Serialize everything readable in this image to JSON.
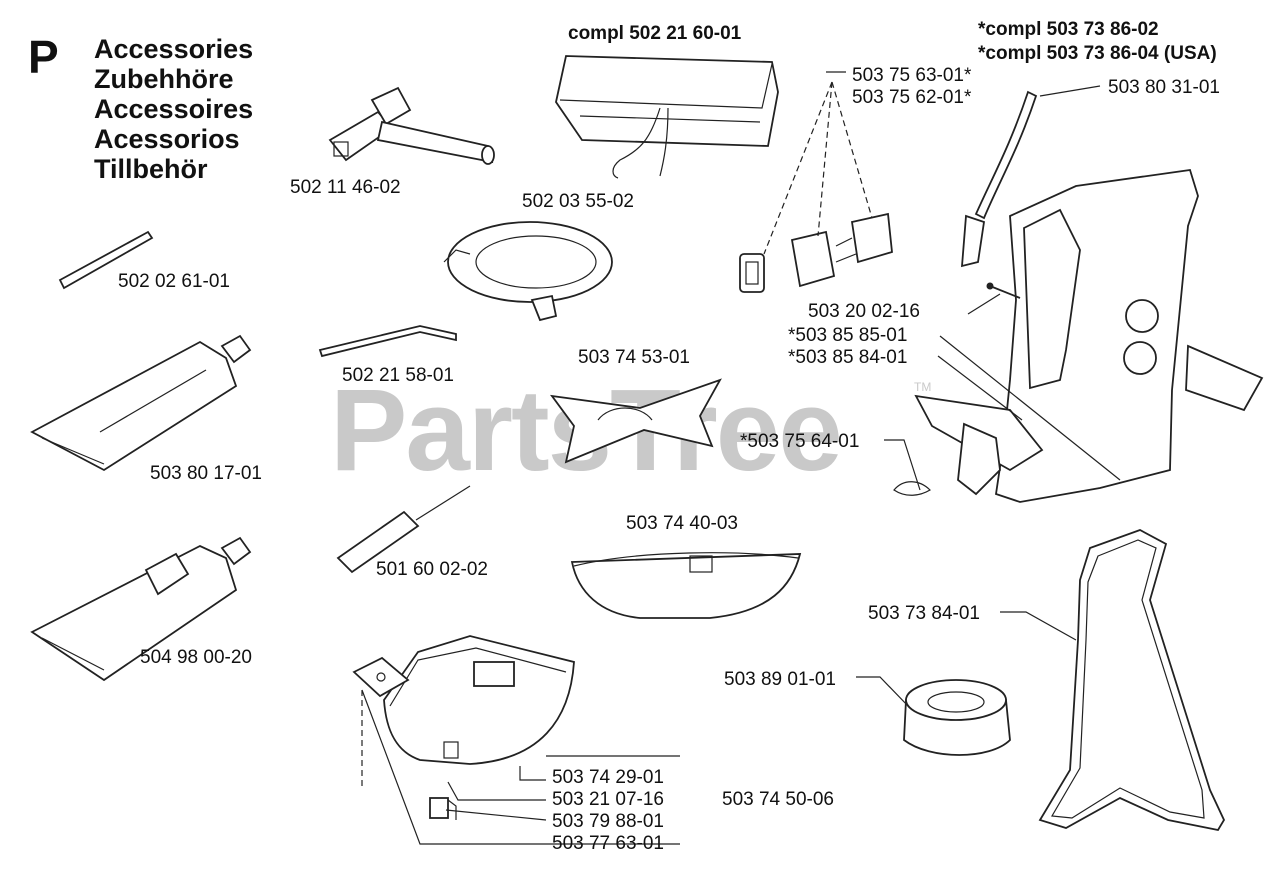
{
  "section_letter": "P",
  "titles": [
    "Accessories",
    "Zubehhöre",
    "Accessoires",
    "Acessorios",
    "Tillbehör"
  ],
  "watermark": "PartsTree",
  "watermark_mark": "TM",
  "callouts": {
    "harness_kit_1": "*compl 503 73 86-02",
    "harness_kit_2": "*compl 503 73 86-04 (USA)",
    "bag_kit": "compl 502 21 60-01",
    "buckle_1": "503 75 63-01*",
    "buckle_2": "503 75 62-01*",
    "strap": "503 80 31-01",
    "wrench": "502 11 46-02",
    "spool_cover": "502 03 55-02",
    "pin": "502 02 61-01",
    "screw": "503 20 02-16",
    "pad_1": "*503 85 85-01",
    "pad_2": "*503 85 84-01",
    "hex_key": "502 21 58-01",
    "blade": "503 74 53-01",
    "grease_tube": "503 80 17-01",
    "hook": "*503 75 64-01",
    "guard_small": "503 74 40-03",
    "file": "501 60 02-02",
    "grease_tube_2": "504 98 00-20",
    "wire_frame": "503 73 84-01",
    "cup": "503 89 01-01",
    "guard_large": "503 74 29-01",
    "guard_screw": "503 21 07-16",
    "clip": "503 79 88-01",
    "plate": "503 77 63-01",
    "guard_kit": "503 74 50-06"
  }
}
